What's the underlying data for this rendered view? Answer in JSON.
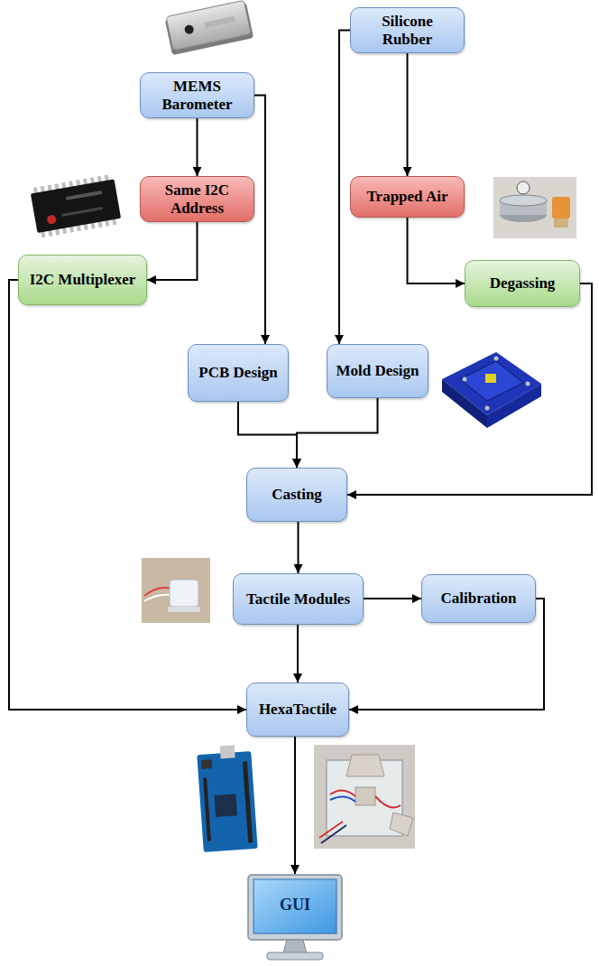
{
  "diagram": {
    "nodes": [
      {
        "text": [
          "MEMS Barometer"
        ]
      },
      {
        "text": [
          "Silicone Rubber"
        ]
      },
      {
        "text": [
          "Same I2C Address"
        ]
      },
      {
        "text": [
          "Trapped Air"
        ]
      },
      {
        "text": [
          "I2C Multiplexer"
        ]
      },
      {
        "text": [
          "Degassing"
        ]
      },
      {
        "text": [
          "PCB Design"
        ]
      },
      {
        "text": [
          "Mold Design"
        ]
      },
      {
        "text": [
          "Casting"
        ]
      },
      {
        "text": [
          "Tactile Modules"
        ]
      },
      {
        "text": [
          "Calibration"
        ]
      },
      {
        "text": [
          "HexaTactile"
        ]
      },
      {
        "text": [
          "GUI"
        ]
      }
    ],
    "edges": [
      {
        "from": 0,
        "to": 2,
        "arrow": "to"
      },
      {
        "from": 0,
        "to": 6,
        "arrow": "to"
      },
      {
        "from": 2,
        "to": 4,
        "arrow": "to"
      },
      {
        "from": 1,
        "to": 3,
        "arrow": "to"
      },
      {
        "from": 1,
        "to": 7,
        "arrow": "to"
      },
      {
        "from": 3,
        "to": 5,
        "arrow": "to"
      },
      {
        "from": 4,
        "to": 11,
        "arrow": "to"
      },
      {
        "from": 5,
        "to": 8,
        "arrow": "to"
      },
      {
        "from": 6,
        "to": 8,
        "arrow": "to"
      },
      {
        "from": 7,
        "to": 8,
        "arrow": "to"
      },
      {
        "from": 8,
        "to": 9,
        "arrow": "to"
      },
      {
        "from": 9,
        "to": 10,
        "arrow": "to"
      },
      {
        "from": 9,
        "to": 11,
        "arrow": "to"
      },
      {
        "from": 10,
        "to": 11,
        "arrow": "to"
      },
      {
        "from": 11,
        "to": 12,
        "arrow": "to"
      }
    ]
  }
}
